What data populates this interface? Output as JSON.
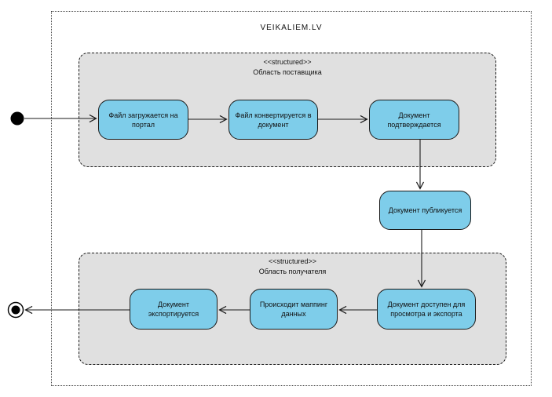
{
  "diagram": {
    "title": "VEIKALIEM.LV",
    "regions": [
      {
        "stereotype": "<<structured>>",
        "label": "Область поставщика"
      },
      {
        "stereotype": "<<structured>>",
        "label": "Область получателя"
      }
    ],
    "nodes": [
      {
        "label": "Файл загружается на портал"
      },
      {
        "label": "Файл конвертируется в документ"
      },
      {
        "label": "Документ подтверждается"
      },
      {
        "label": "Документ публикуется"
      },
      {
        "label": "Документ доступен для просмотра и экспорта"
      },
      {
        "label": "Происходит маппинг данных"
      },
      {
        "label": "Документ экспортируется"
      }
    ],
    "markers": {
      "initial_node": "initial-node",
      "final_node": "activity-final-node"
    },
    "colors": {
      "node_fill": "#7ecdea",
      "node_border": "#1a1a1a",
      "region_fill": "#e0e0e0",
      "line": "#1a1a1a"
    }
  }
}
